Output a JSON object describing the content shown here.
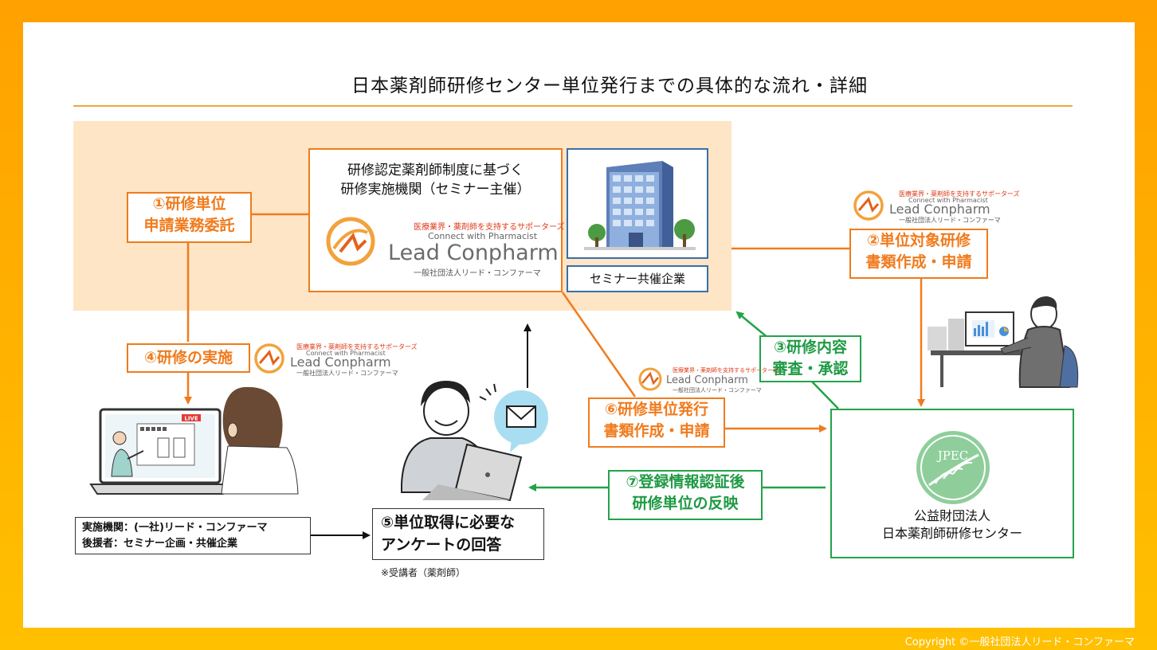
{
  "title": "日本薬剤師研修センター単位発行までの具体的な流れ・詳細",
  "organizer": {
    "line1": "研修認定薬剤師制度に基づく",
    "line2": "研修実施機関（セミナー主催）"
  },
  "sponsor_label": "セミナー共催企業",
  "logo": {
    "tagline": "医療業界・薬剤師を支持するサポーターズ",
    "connect": "Connect with Pharmacist",
    "name": "Lead Conpharm",
    "sub": "一般社団法人リード・コンファーマ"
  },
  "steps": {
    "s1": {
      "line1": "①研修単位",
      "line2": "申請業務委託"
    },
    "s2": {
      "line1": "②単位対象研修",
      "line2": "書類作成・申請"
    },
    "s3": {
      "line1": "③研修内容",
      "line2": "審査・承認"
    },
    "s4": {
      "line1": "④研修の実施"
    },
    "s5": {
      "line1": "⑤単位取得に必要な",
      "line2": "アンケートの回答"
    },
    "s6": {
      "line1": "⑥研修単位発行",
      "line2": "書類作成・申請"
    },
    "s7": {
      "line1": "⑦登録情報認証後",
      "line2": "研修単位の反映"
    }
  },
  "jpec": {
    "emblem": "JPEC",
    "line1": "公益財団法人",
    "line2": "日本薬剤師研修センター"
  },
  "implementation": {
    "line1": "実施機関：(一社)リード・コンファーマ",
    "line2": "後援者：セミナー企画・共催企業"
  },
  "note": "※受講者（薬剤師）",
  "screen": {
    "live": "LIVE"
  },
  "copyright": "Copyright ©一般社団法人リード・コンファーマ",
  "colors": {
    "orange": "#f07b1d",
    "green": "#23a34a",
    "peach": "#fde5c6",
    "background": "#ffb000"
  }
}
